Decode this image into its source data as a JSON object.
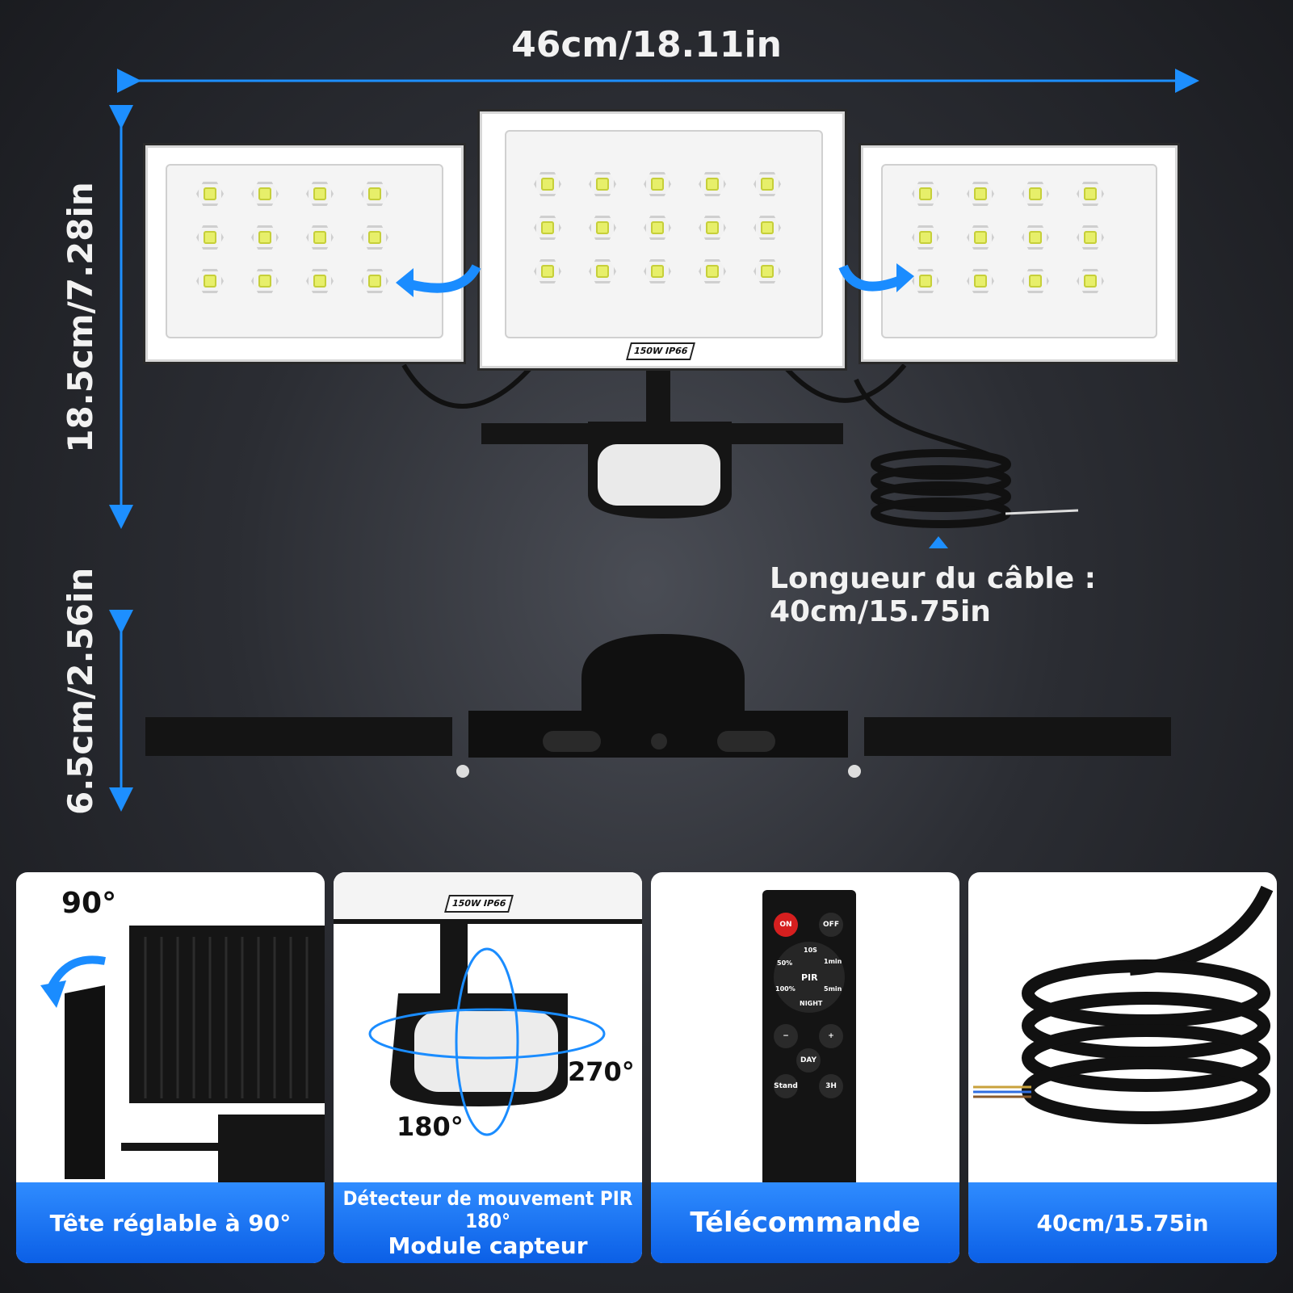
{
  "dimensions": {
    "width": "46cm/18.11in",
    "height": "18.5cm/7.28in",
    "depth": "6.5cm/2.56in",
    "cable": "Longueur du câble : 40cm/15.75in"
  },
  "product": {
    "spec_tag": "150W IP66"
  },
  "cards": [
    {
      "label": "Tête réglable à 90°",
      "angle": "90°"
    },
    {
      "label_line1": "Détecteur de mouvement PIR 180°",
      "label_line2": "Module capteur",
      "spec_tag": "150W IP66",
      "angle_a": "270°",
      "angle_b": "180°"
    },
    {
      "label": "Télécommande"
    },
    {
      "label": "40cm/15.75in"
    }
  ],
  "remote": {
    "on": "ON",
    "off": "OFF",
    "pir": "PIR",
    "t10s": "10S",
    "t1min": "1min",
    "t5min": "5min",
    "p50": "50%",
    "p100": "100%",
    "night": "NIGHT",
    "minus": "−",
    "plus": "+",
    "day": "DAY",
    "stand": "Stand",
    "h3": "3H"
  },
  "colors": {
    "accent": "#1a8cff",
    "card_label": "#0b5fe6",
    "led": "#e7ef6a"
  }
}
